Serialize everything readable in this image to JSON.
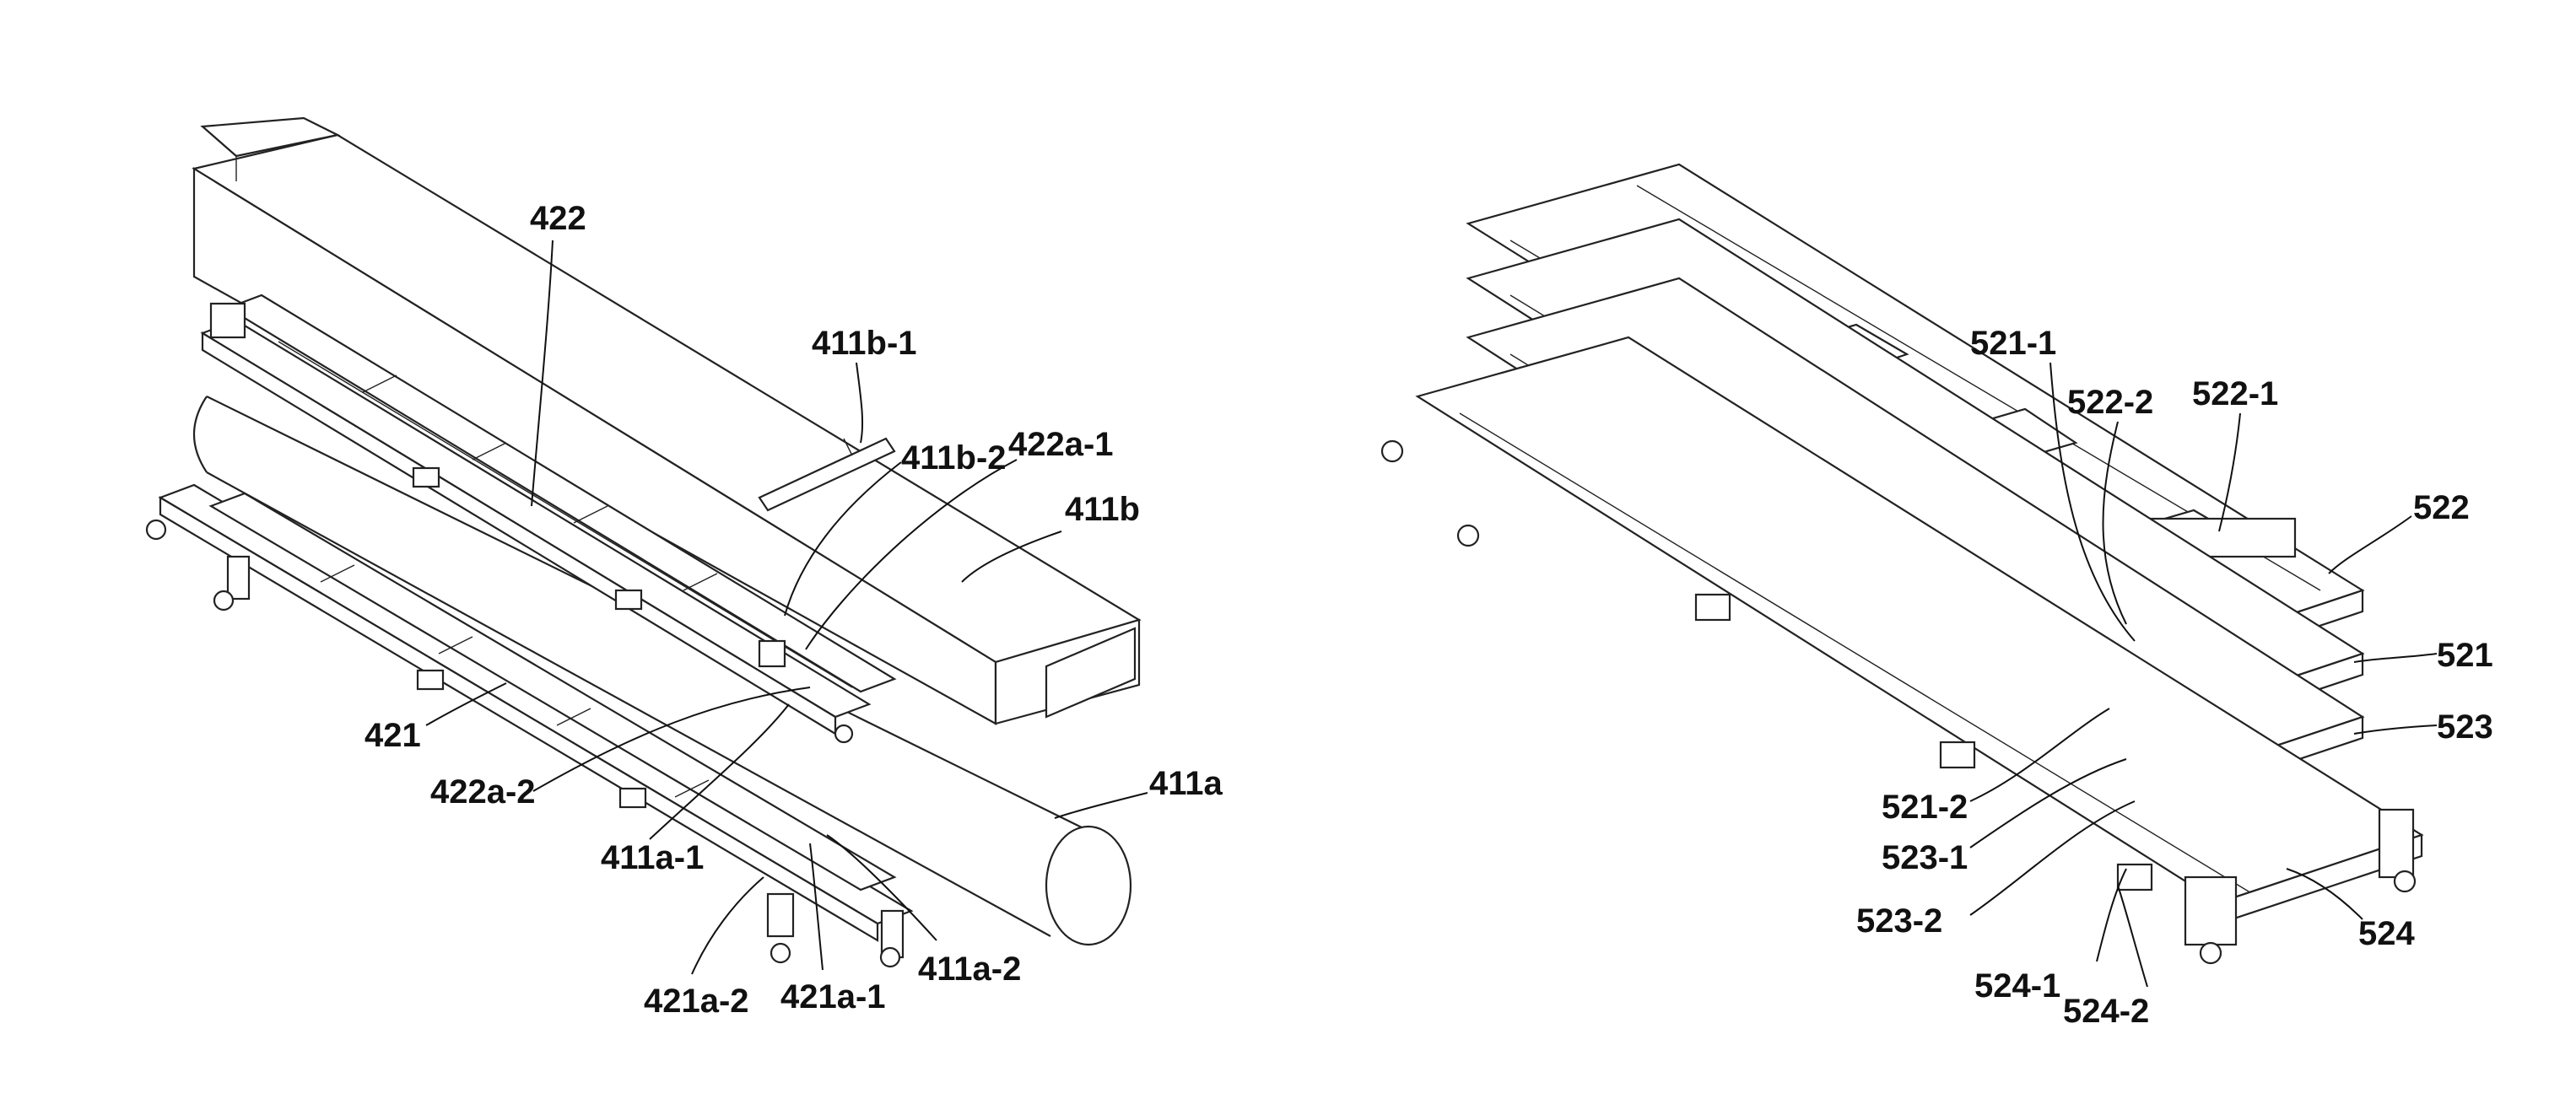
{
  "figures": {
    "left": {
      "labels": [
        "422",
        "411b-1",
        "411b-2",
        "422a-1",
        "411b",
        "421",
        "422a-2",
        "411a",
        "411a-1",
        "421a-2",
        "421a-1",
        "411a-2"
      ]
    },
    "right": {
      "labels": [
        "521-1",
        "522-2",
        "522-1",
        "522",
        "521",
        "523",
        "521-2",
        "523-1",
        "523-2",
        "524",
        "524-1",
        "524-2"
      ]
    }
  }
}
